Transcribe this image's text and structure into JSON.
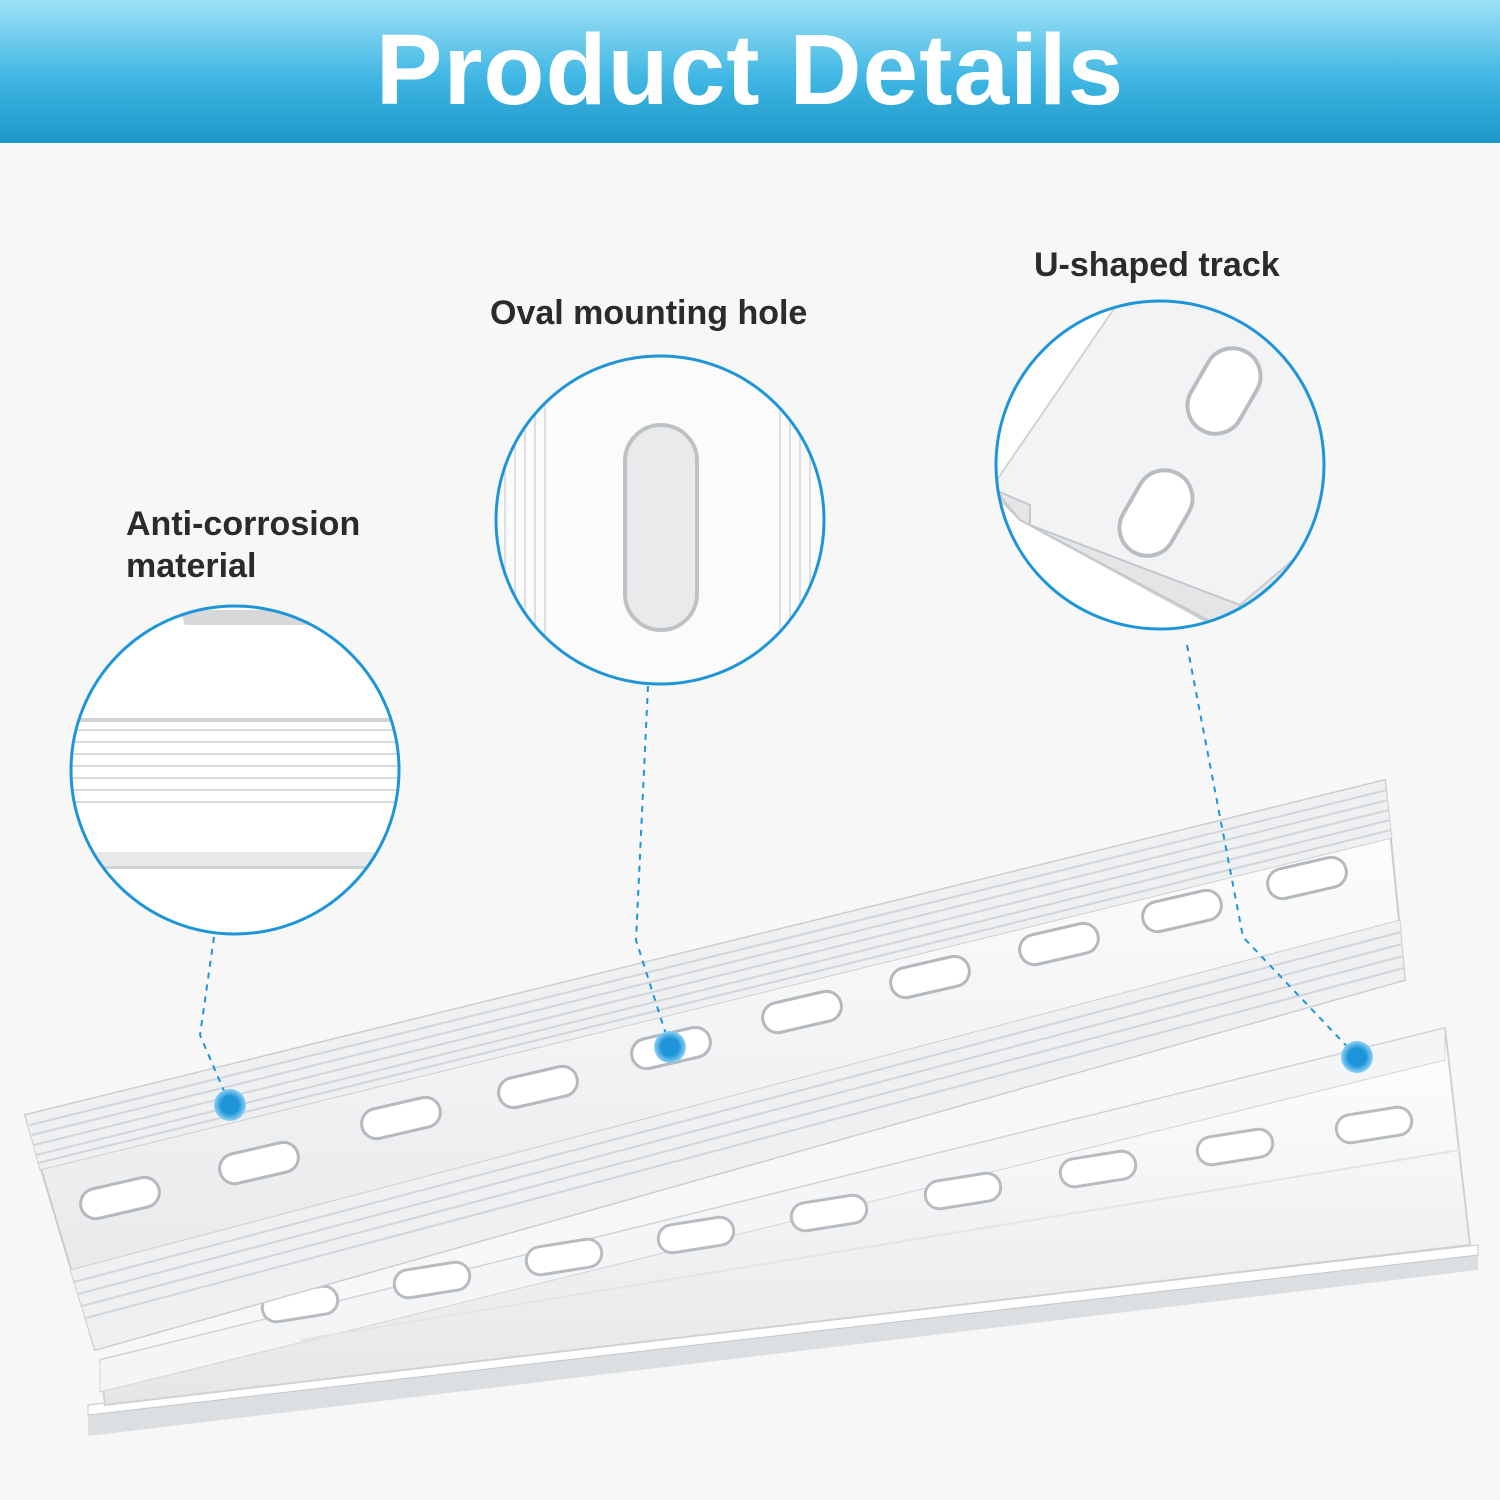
{
  "header": {
    "title": "Product Details",
    "banner_color_top": "#9ee1f6",
    "banner_color_bottom": "#1e98c9"
  },
  "callouts": [
    {
      "label": "Anti-corrosion material",
      "icon": "ribbed-surface-closeup"
    },
    {
      "label": "Oval mounting hole",
      "icon": "oval-hole-closeup"
    },
    {
      "label": "U-shaped track",
      "icon": "u-track-closeup"
    }
  ],
  "colors": {
    "accent": "#1e95d9",
    "rail": "#ffffff",
    "rail_shadow": "#c9ccd0"
  }
}
